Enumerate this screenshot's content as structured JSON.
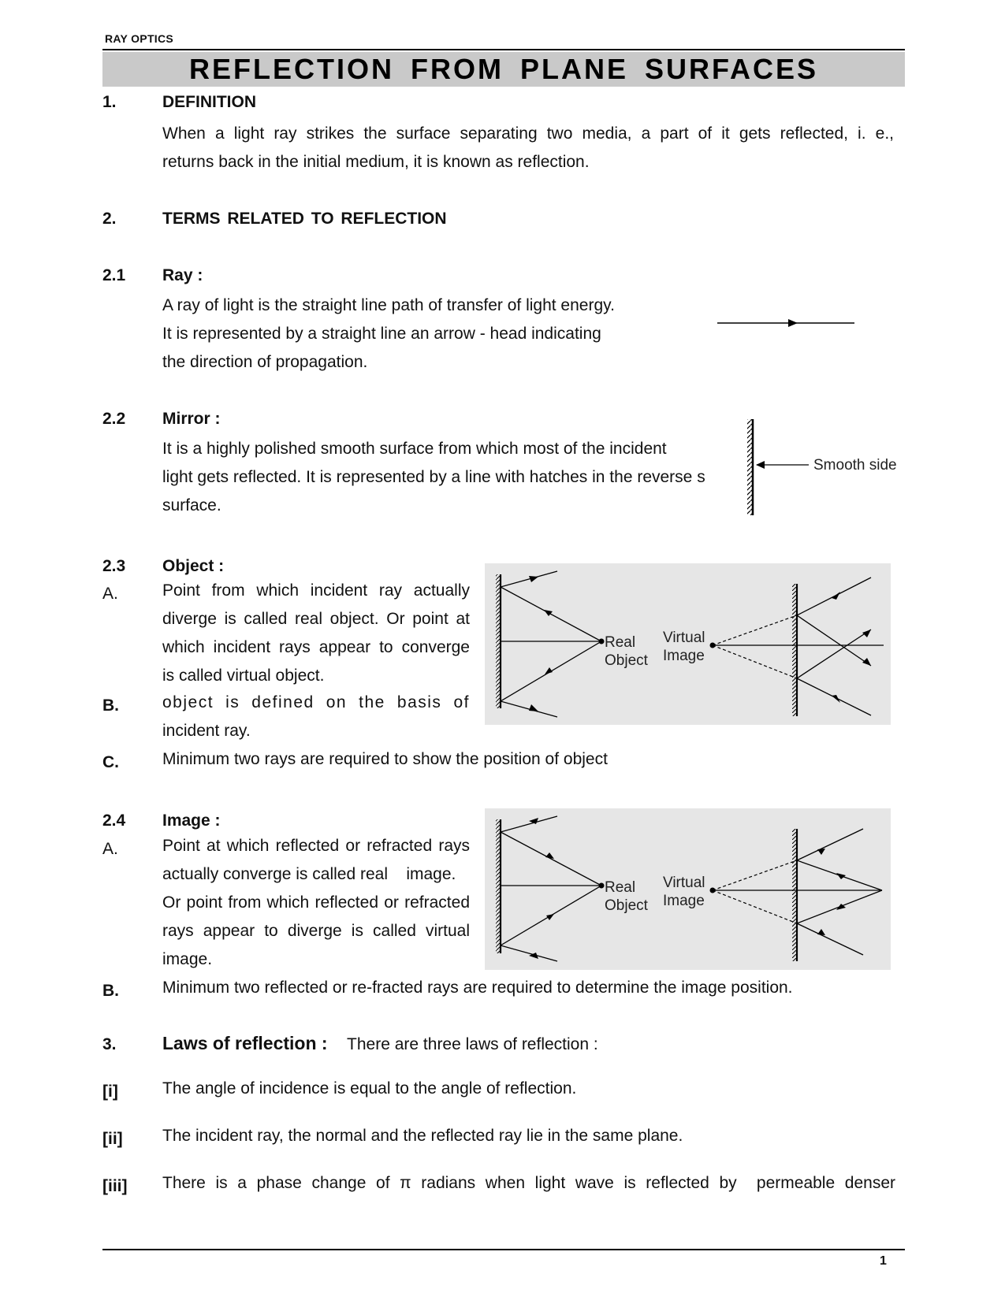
{
  "header": {
    "running_title": "RAY OPTICS",
    "main_title": "REFLECTION FROM PLANE SURFACES"
  },
  "s1": {
    "num": "1.",
    "heading": "DEFINITION",
    "line1": "When a light ray strikes the surface separating two media, a part of it gets reflected, i. e.,",
    "line2": "returns back in the initial medium, it is known as reflection."
  },
  "s2": {
    "num": "2.",
    "heading": "TERMS RELATED TO REFLECTION"
  },
  "s21": {
    "num": "2.1",
    "heading": "Ray :",
    "line1": "A ray of light is the straight line path of transfer of light energy.",
    "line2": "It is represented by a straight line an arrow - head indicating",
    "line3": "the direction of propagation."
  },
  "s22": {
    "num": "2.2",
    "heading": "Mirror :",
    "line1": "It is a highly polished smooth surface from which most of the incident",
    "line2": "light gets reflected. It is represented by a line with hatches in the reverse s",
    "line3": "surface.",
    "smooth_side": "Smooth side"
  },
  "s23": {
    "num": "2.3",
    "heading": "Object :",
    "a": "A.",
    "a1": "Point from which incident ray actually",
    "a2": "diverge is called real object. Or point at",
    "a3": "which incident rays appear to converge",
    "a4": "is called virtual object.",
    "b": "B.",
    "b1": "object is defined on the basis of",
    "b2": "incident ray.",
    "c": "C.",
    "c1": "Minimum two rays are required to show the position of object"
  },
  "s24": {
    "num": "2.4",
    "heading": "Image :",
    "a": "A.",
    "a1": "Point at which reflected or refracted rays",
    "a2": "actually converge is called real    image.",
    "a3": "Or point from which reflected or refracted",
    "a4": "rays appear to diverge is called virtual",
    "a5": "image.",
    "b": "B.",
    "b1": "Minimum two reflected or re-fracted rays are required to determine the image position."
  },
  "diagram_labels": {
    "real": "Real",
    "object": "Object",
    "virtual": "Virtual",
    "image": "Image"
  },
  "s3": {
    "num": "3.",
    "heading": "Laws of reflection :",
    "intro": "There are three laws of reflection :",
    "laws": [
      {
        "num": "[i]",
        "text": "The angle of incidence is equal to the angle of reflection."
      },
      {
        "num": "[ii]",
        "text": "The incident ray, the normal and the reflected ray lie in the same plane."
      },
      {
        "num": "[iii]",
        "text": "There is a phase change of π radians when light wave is reflected by  permeable denser"
      }
    ]
  },
  "footer": {
    "page": "1"
  }
}
